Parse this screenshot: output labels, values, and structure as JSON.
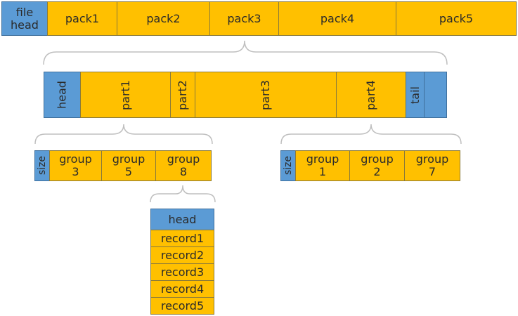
{
  "file_row": {
    "head": "file\nhead",
    "packs": [
      "pack1",
      "pack2",
      "pack3",
      "pack4",
      "pack5"
    ]
  },
  "pack_row": {
    "head": "head",
    "parts": [
      "part1",
      "part2",
      "part3",
      "part4"
    ],
    "tail": "tail"
  },
  "left_groups": {
    "size": "size",
    "groups": [
      "group\n3",
      "group\n5",
      "group\n8"
    ]
  },
  "right_groups": {
    "size": "size",
    "groups": [
      "group\n1",
      "group\n2",
      "group\n7"
    ]
  },
  "group_detail": {
    "head": "head",
    "records": [
      "record1",
      "record2",
      "record3",
      "record4",
      "record5"
    ]
  },
  "colors": {
    "data_block": "#ffc000",
    "header_block": "#5b9bd5",
    "brace": "#bfbfbf"
  }
}
